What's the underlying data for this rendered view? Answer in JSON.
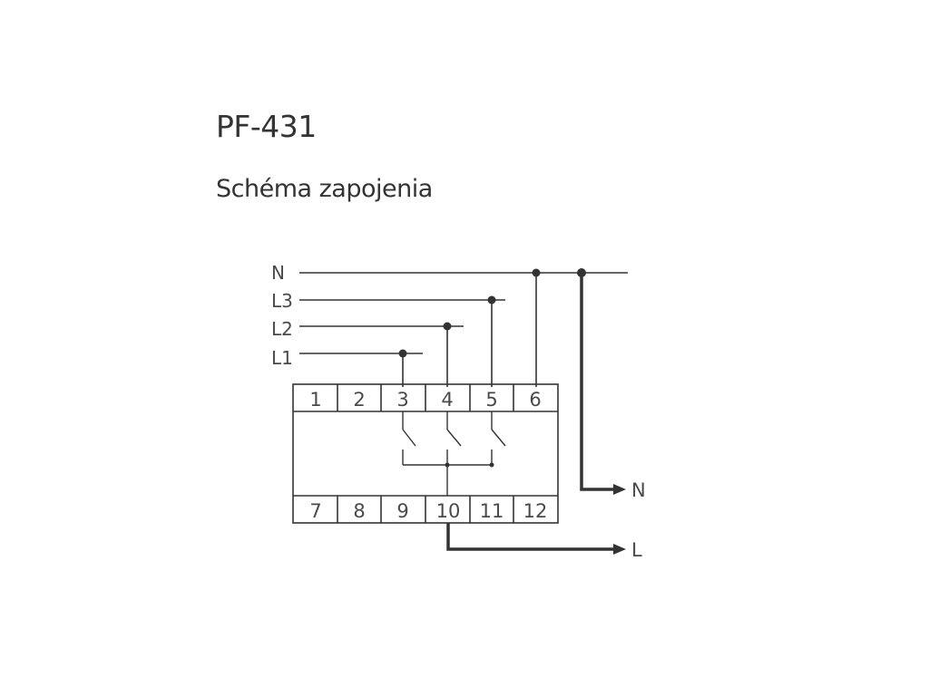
{
  "title": "PF-431",
  "subtitle": "Schéma zapojenia",
  "inputs": {
    "n": "N",
    "l3": "L3",
    "l2": "L2",
    "l1": "L1"
  },
  "terminals": {
    "top": [
      "1",
      "2",
      "3",
      "4",
      "5",
      "6"
    ],
    "bottom": [
      "7",
      "8",
      "9",
      "10",
      "11",
      "12"
    ]
  },
  "outputs": {
    "n": "N",
    "l": "L"
  },
  "colors": {
    "line": "#333333",
    "text": "#4a4a4a"
  }
}
